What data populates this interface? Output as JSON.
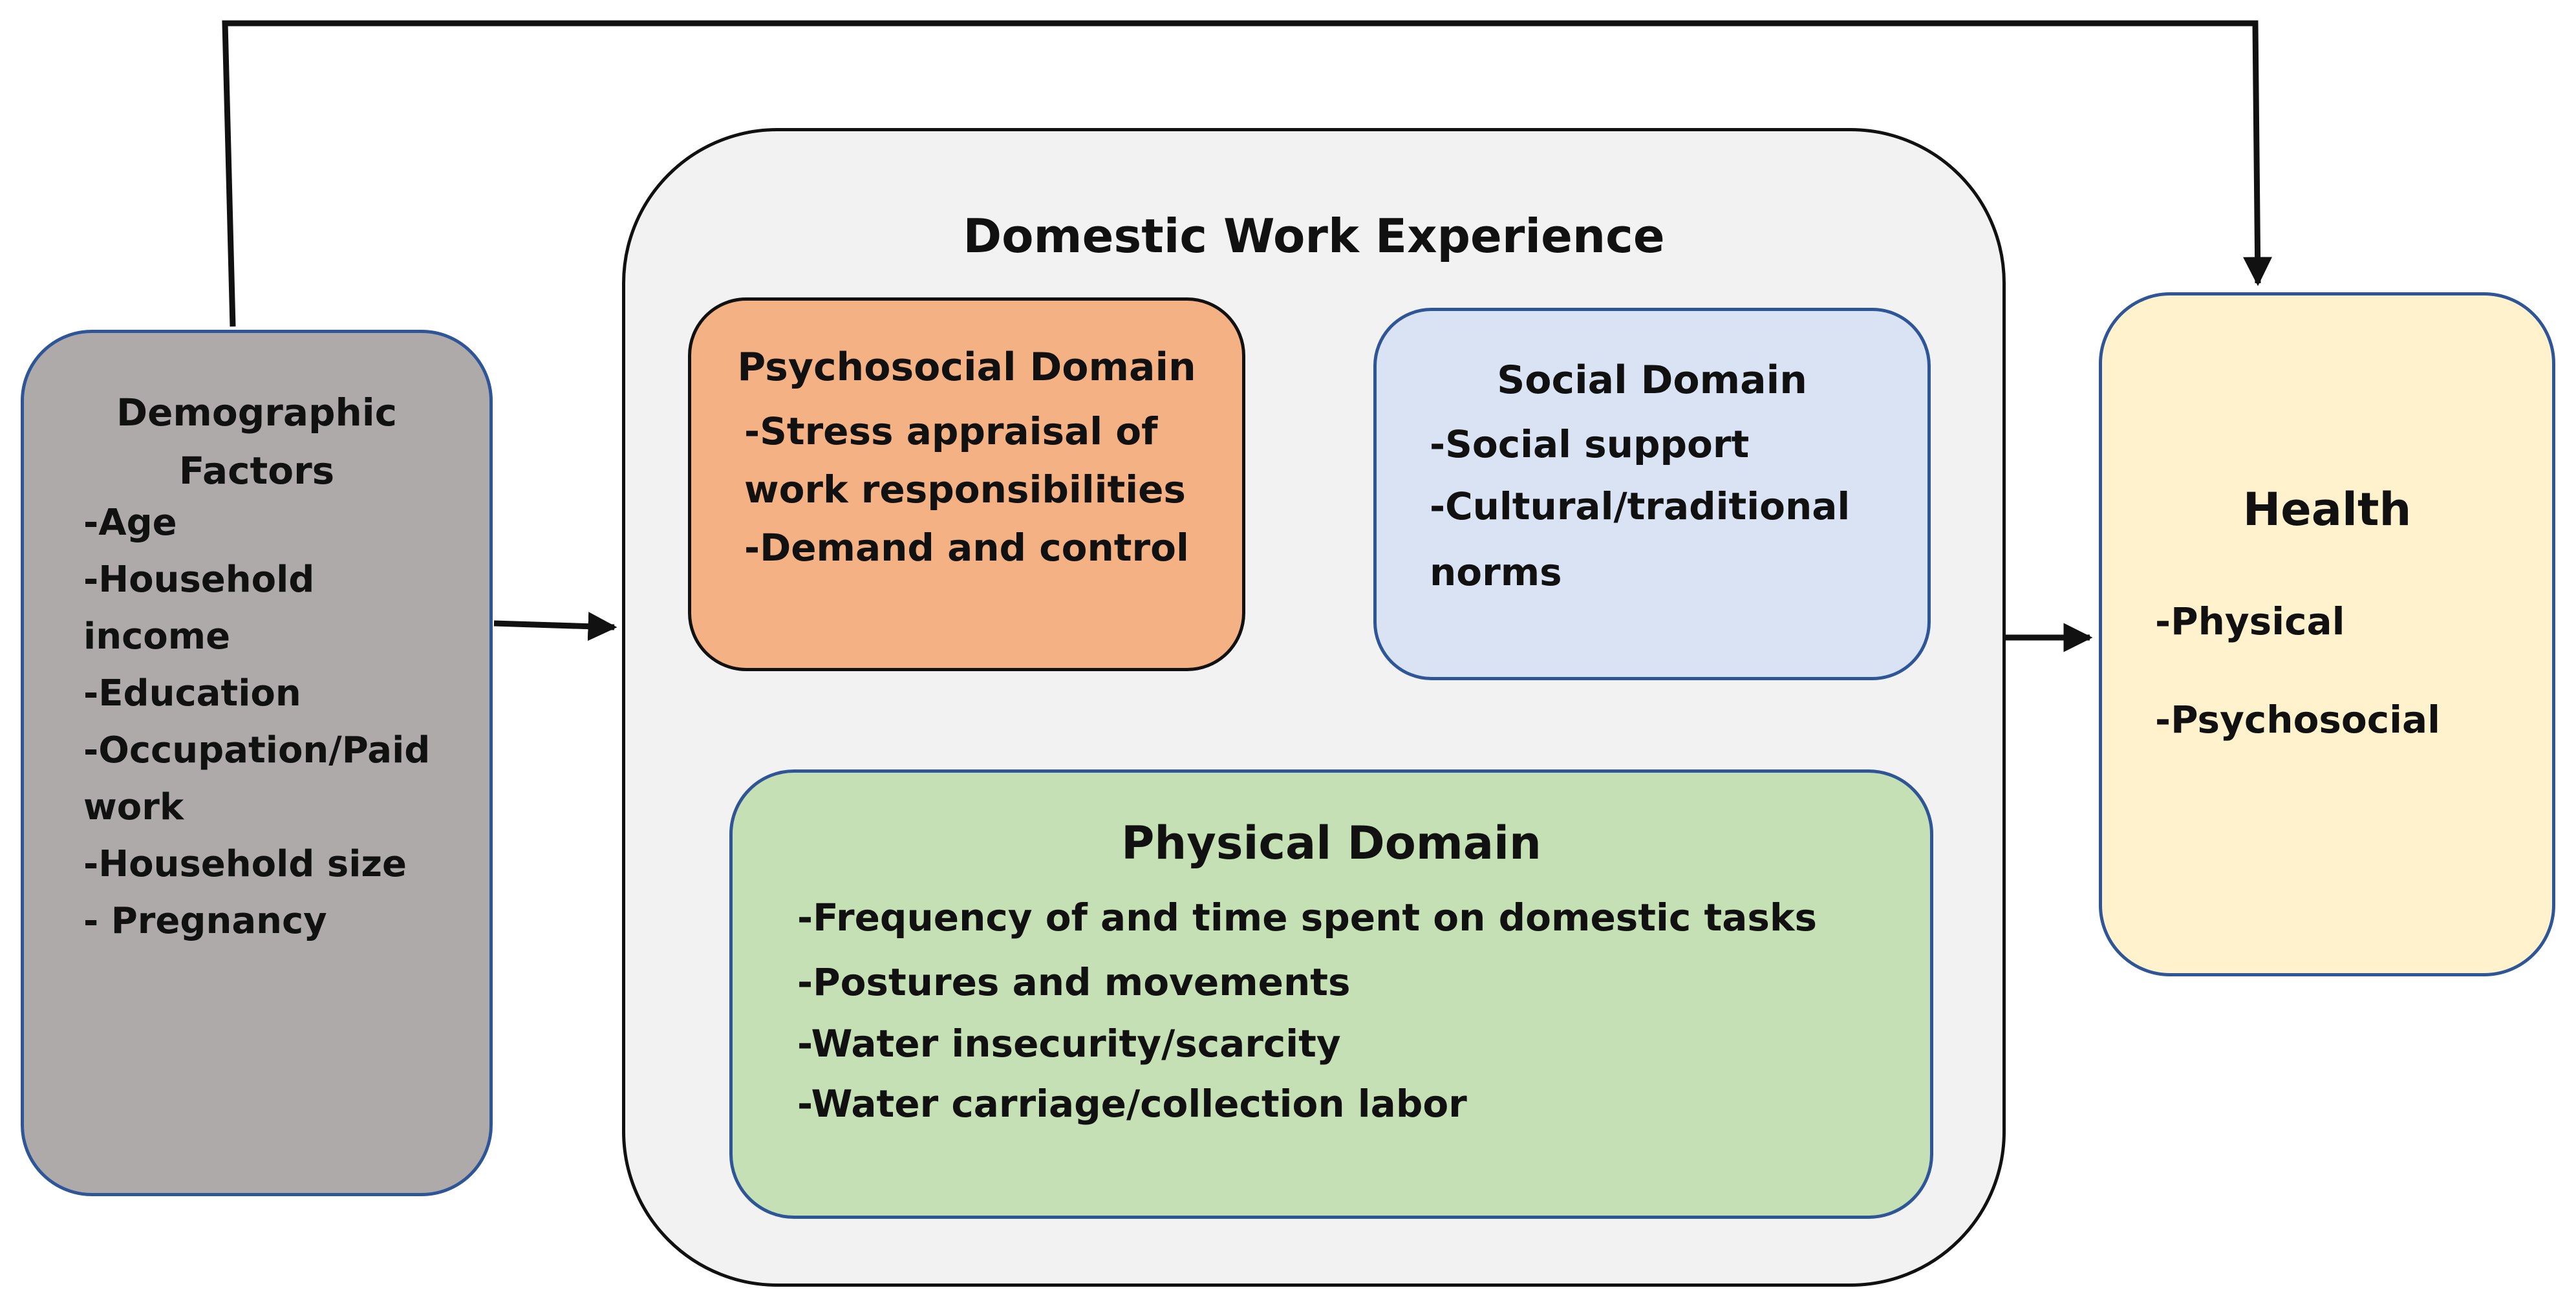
{
  "demographic": {
    "heading_line1": "Demographic",
    "heading_line2": "Factors",
    "items": [
      "-Age",
      "-Household",
      "income",
      "-Education",
      "-Occupation/Paid",
      "work",
      "-Household size",
      "- Pregnancy"
    ]
  },
  "container": {
    "title": "Domestic Work Experience"
  },
  "psychosocial": {
    "title": "Psychosocial Domain",
    "items": [
      "-Stress appraisal of",
      "work responsibilities",
      "-Demand and control"
    ]
  },
  "social": {
    "title": "Social Domain",
    "items": [
      "-Social support",
      "-Cultural/traditional",
      "norms"
    ]
  },
  "physical": {
    "title": "Physical Domain",
    "items": [
      "-Frequency of and time spent on domestic tasks",
      "-Postures and movements",
      "-Water insecurity/scarcity",
      "-Water carriage/collection labor"
    ]
  },
  "health": {
    "title": "Health",
    "items": [
      "-Physical",
      "-Psychosocial"
    ]
  },
  "colors": {
    "demographic_fill": "#aeaaaa",
    "psychosocial_fill": "#f4b183",
    "social_fill": "#dae3f3",
    "physical_fill": "#c5e0b4",
    "health_fill": "#fff2cc",
    "container_fill": "#f2f2f2",
    "box_border": "#2e5597"
  }
}
